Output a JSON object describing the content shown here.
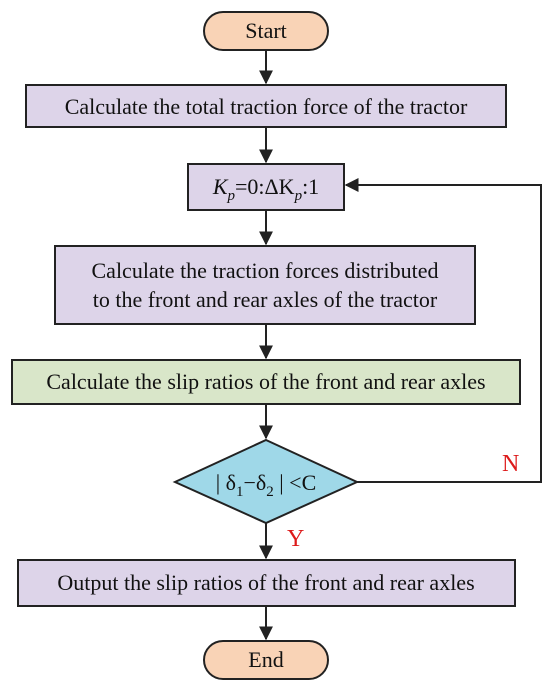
{
  "colors": {
    "terminal_fill": "#f9d3b6",
    "process_fill": "#ddd4e9",
    "highlight_fill": "#d9e6c9",
    "decision_fill": "#9fd8e8",
    "edge_label": "#dd1a1a",
    "stroke": "#222222"
  },
  "nodes": {
    "start": "Start",
    "total_force": "Calculate the total traction force of the tractor",
    "loop": {
      "k": "K",
      "k_sub": "p",
      "eq": "=0:ΔK",
      "step_sub": "p",
      "end": ":1"
    },
    "distribute_line1": "Calculate the traction forces distributed",
    "distribute_line2": "to the front and rear axles of the tractor",
    "slip_ratios": "Calculate the slip ratios of the front and rear axles",
    "decision": {
      "open": "| δ",
      "sub1": "1",
      "minus": "−δ",
      "sub2": "2",
      "close": " | <C"
    },
    "output": "Output the slip ratios of the front and rear axles",
    "end": "End"
  },
  "edge_labels": {
    "no": "N",
    "yes": "Y"
  }
}
